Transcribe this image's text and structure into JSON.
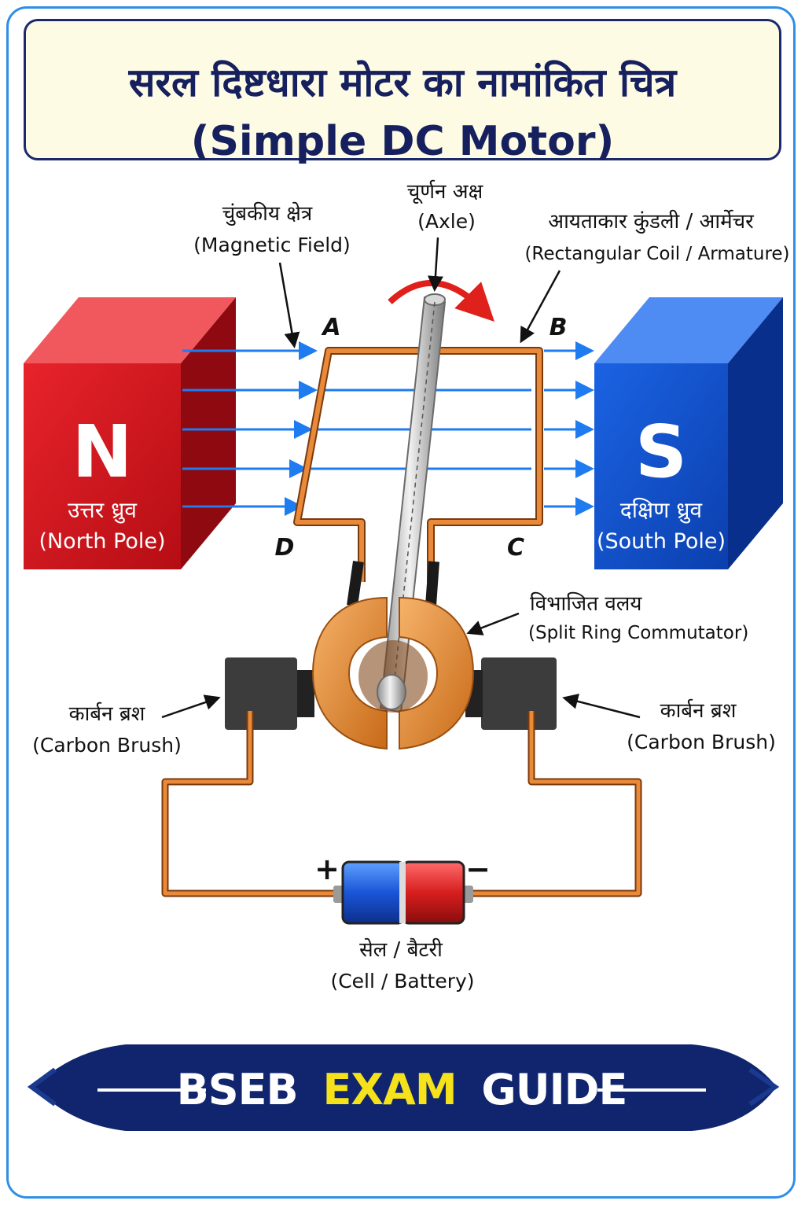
{
  "header": {
    "title_hindi": "सरल दिष्टधारा मोटर का नामांकित चित्र",
    "title_english": "(Simple DC Motor)"
  },
  "labels": {
    "magnetic_field": {
      "hindi": "चुंबकीय क्षेत्र",
      "english": "(Magnetic Field)"
    },
    "axle": {
      "hindi": "चूर्णन अक्ष",
      "english": "(Axle)"
    },
    "coil": {
      "hindi": "आयताकार कुंडली / आर्मेचर",
      "english": "(Rectangular Coil / Armature)"
    },
    "commutator": {
      "hindi": "विभाजित वलय",
      "english": "(Split Ring Commutator)"
    },
    "brush_left": {
      "hindi": "कार्बन ब्रश",
      "english": "(Carbon Brush)"
    },
    "brush_right": {
      "hindi": "कार्बन ब्रश",
      "english": "(Carbon Brush)"
    },
    "battery": {
      "hindi": "सेल / बैटरी",
      "english": "(Cell / Battery)"
    }
  },
  "magnets": {
    "north": {
      "letter": "N",
      "hindi": "उत्तर ध्रुव",
      "english": "(North Pole)",
      "color": "#d0121b"
    },
    "south": {
      "letter": "S",
      "hindi": "दक्षिण ध्रुव",
      "english": "(South Pole)",
      "color": "#1150d0"
    }
  },
  "coil_corners": {
    "a": "A",
    "b": "B",
    "c": "C",
    "d": "D"
  },
  "battery_terminals": {
    "positive": "+",
    "negative": "−"
  },
  "footer": {
    "brand_part1": "BSEB",
    "brand_part2": "EXAM",
    "brand_part3": "GUIDE",
    "highlight_color": "#f5e21a",
    "banner_color": "#10256e"
  },
  "colors": {
    "field_lines": "#1e7bf0",
    "wire": "#c8651f",
    "rotation_arrow": "#e0201b",
    "frame": "#2f8fe6"
  }
}
